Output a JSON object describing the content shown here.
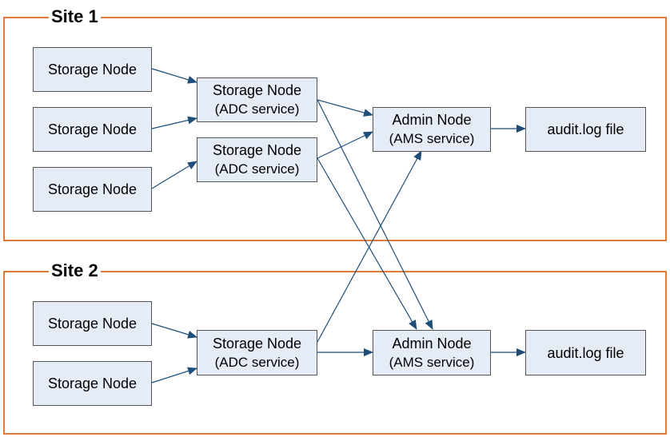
{
  "sites": [
    {
      "label": "Site 1"
    },
    {
      "label": "Site 2"
    }
  ],
  "nodes": {
    "s1_sn1": {
      "line1": "Storage Node"
    },
    "s1_sn2": {
      "line1": "Storage Node"
    },
    "s1_sn3": {
      "line1": "Storage Node"
    },
    "s1_adc1": {
      "line1": "Storage Node",
      "line2": "(ADC service)"
    },
    "s1_adc2": {
      "line1": "Storage Node",
      "line2": "(ADC service)"
    },
    "s1_admin": {
      "line1": "Admin Node",
      "line2": "(AMS service)"
    },
    "s1_audit": {
      "line1": "audit.log file"
    },
    "s2_sn1": {
      "line1": "Storage Node"
    },
    "s2_sn2": {
      "line1": "Storage Node"
    },
    "s2_adc": {
      "line1": "Storage Node",
      "line2": "(ADC service)"
    },
    "s2_admin": {
      "line1": "Admin Node",
      "line2": "(AMS service)"
    },
    "s2_audit": {
      "line1": "audit.log file"
    }
  },
  "colors": {
    "site_border": "#e07b39",
    "node_fill": "#e6ecf6",
    "node_border": "#555555",
    "arrow": "#1f4e79"
  }
}
